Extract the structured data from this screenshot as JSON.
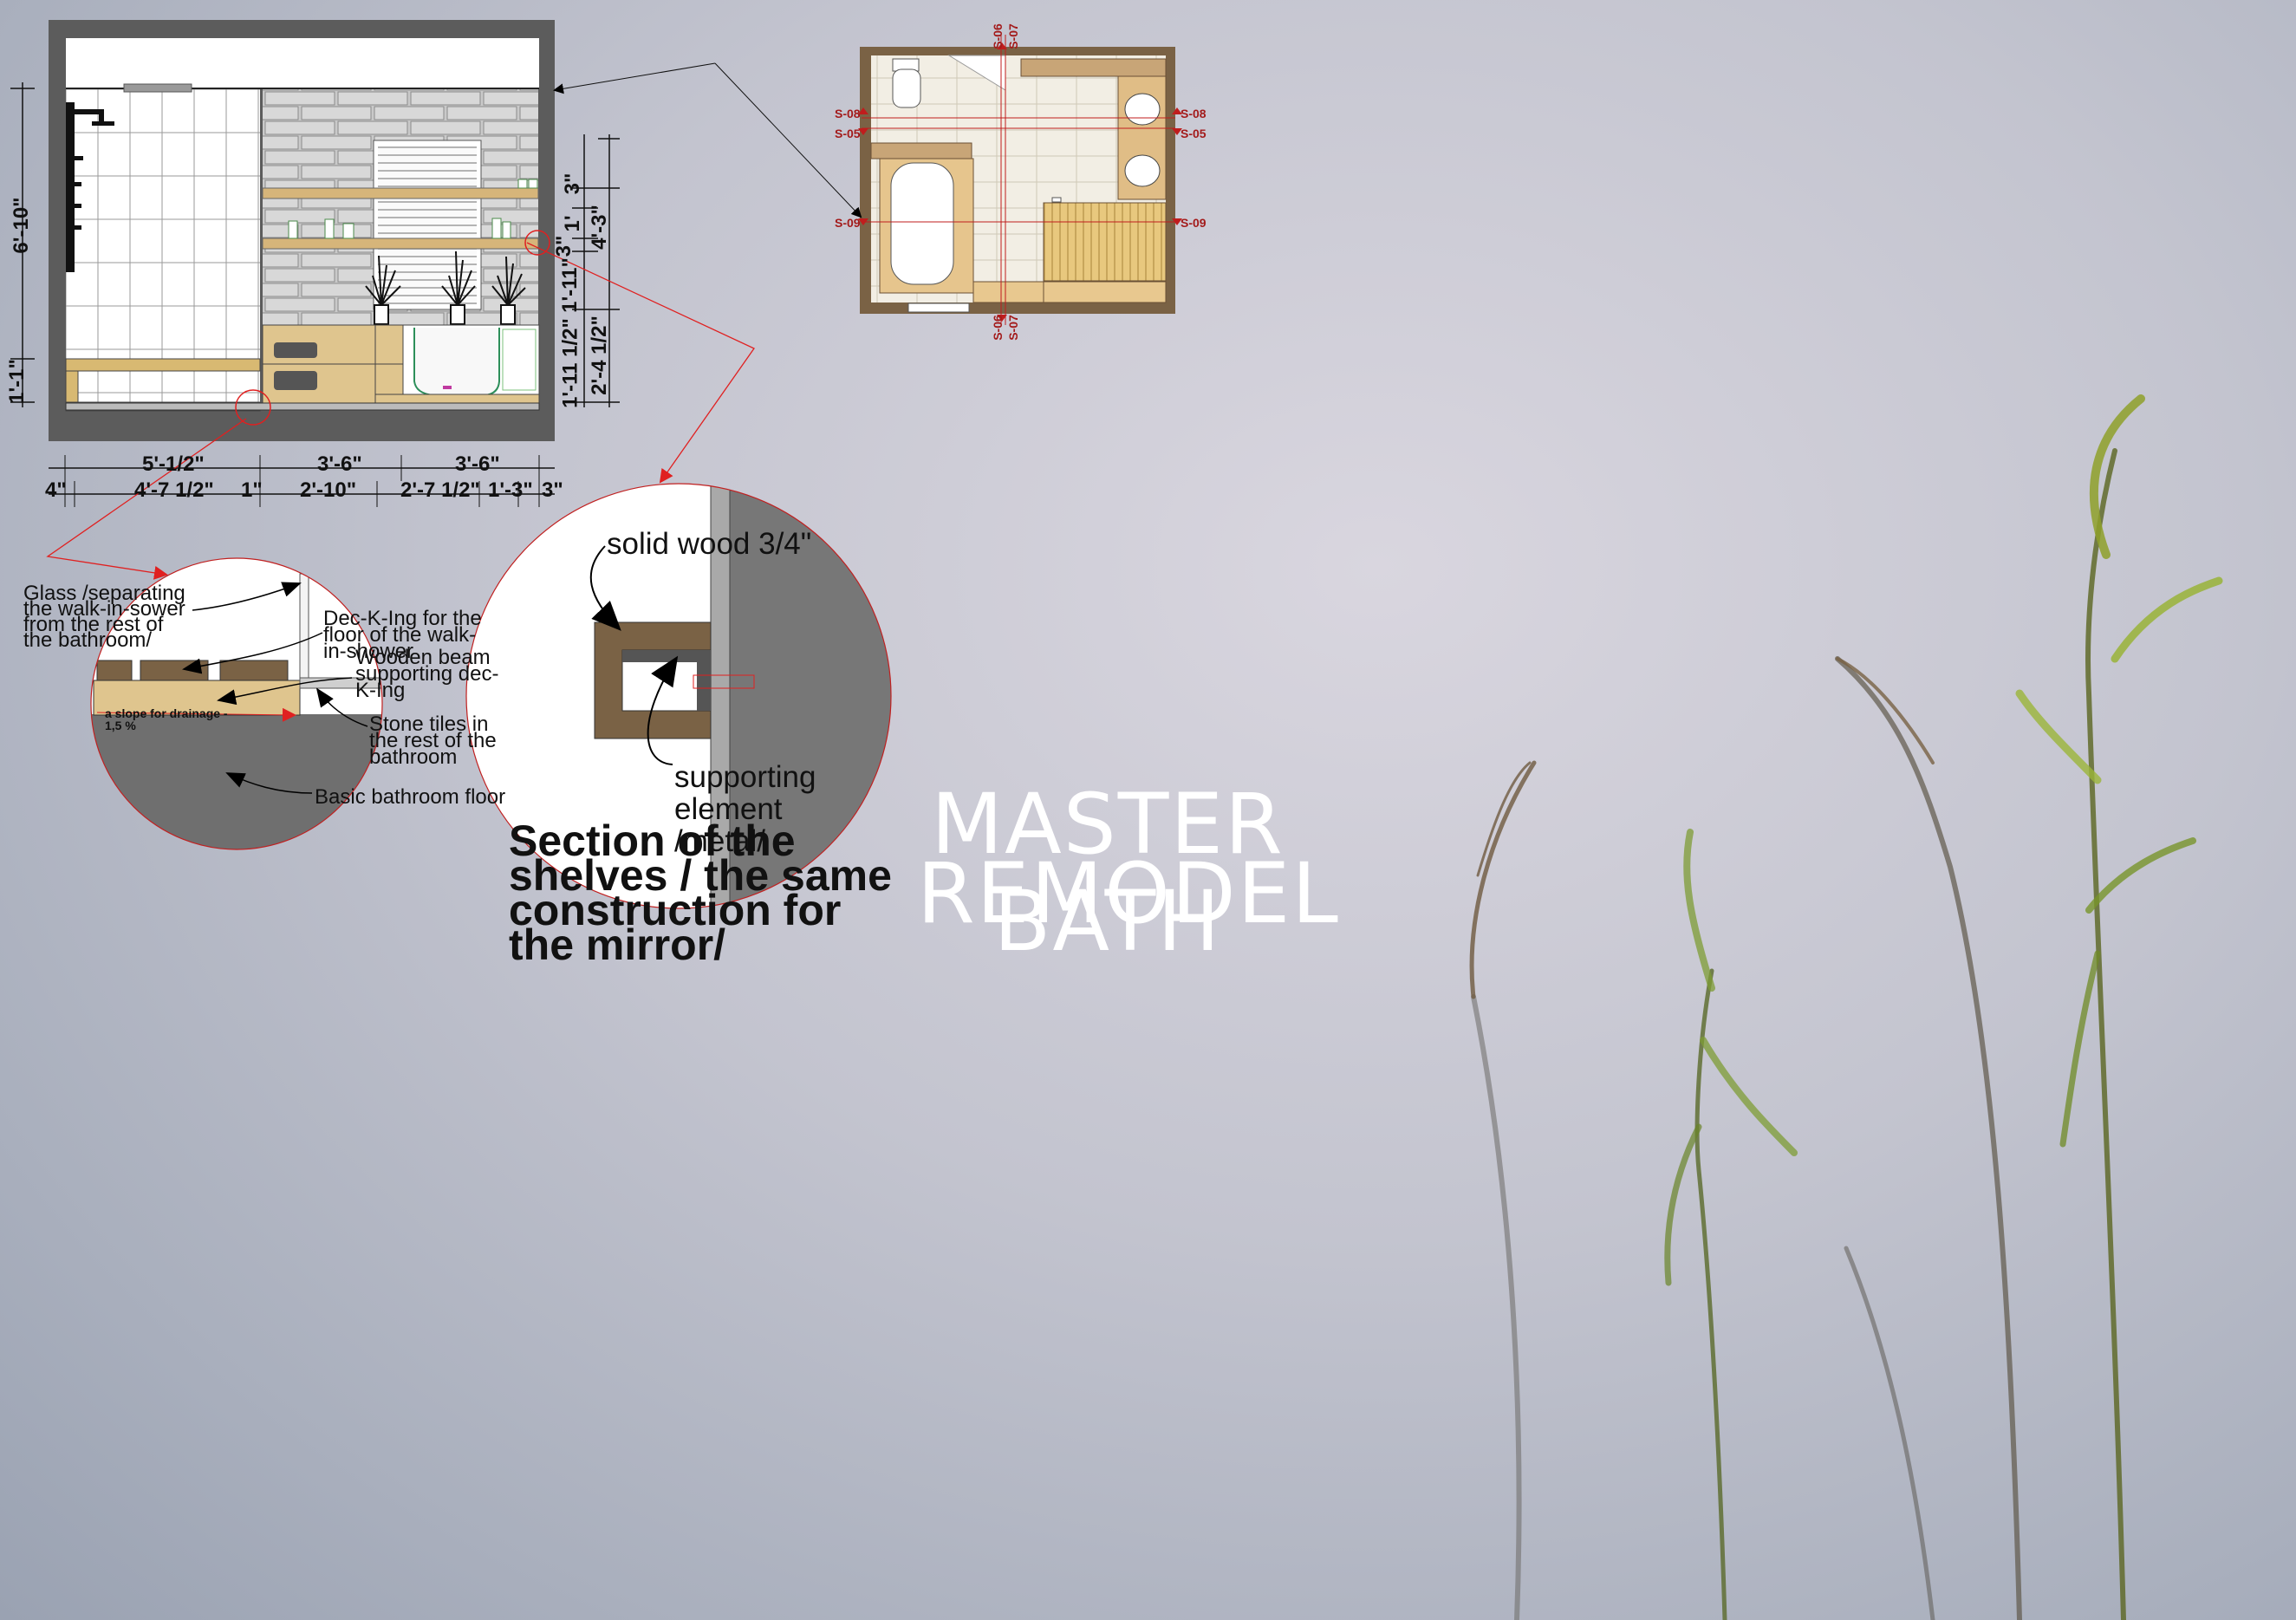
{
  "title": {
    "line1": "MASTER BATH",
    "line2": "REMODEL"
  },
  "elevation": {
    "dims_top": [
      "5'-1/2\"",
      "3'-6\"",
      "3'-6\""
    ],
    "dims_bottom": [
      "4\"",
      "4'-7 1/2\"",
      "1\"",
      "2'-10\"",
      "2'-7 1/2\"",
      "1'-3\"",
      "3\""
    ],
    "dims_left": [
      "6'-10\"",
      "1'-1\""
    ],
    "dims_right_a": [
      "3\"",
      "1'",
      "3\"",
      "1'-11\"",
      "1'-11 1/2\""
    ],
    "dims_right_b": [
      "4'-3\"",
      "2'-4 1/2\""
    ]
  },
  "plan": {
    "section_markers": [
      "S-06",
      "S-07",
      "S-08",
      "S-05",
      "S-09",
      "S-08",
      "S-05",
      "S-09",
      "S-06",
      "S-07"
    ]
  },
  "detail_floor": {
    "note_glass": "Glass /separating the walk-in-sower from the rest of the bathroom/",
    "note_decking": "Dec-K-Ing for the floor of the walk-in-shower",
    "note_beam": "Wooden beam supporting dec-K-Ing",
    "note_slope": "a slope for drainage - 1,5 %",
    "note_tiles": "Stone tiles in the rest of the bathroom",
    "note_floor": "Basic bathroom floor"
  },
  "detail_shelf": {
    "note_wood": "solid wood 3/4\"",
    "note_support": "supporting element /metal/",
    "caption": "Section of the shelves / the same construction for the mirror/"
  },
  "colors": {
    "wall_dark": "#5c5c5c",
    "wood": "#dfc58e",
    "wood_dark": "#7a6245",
    "annotation_red": "#d21f1f",
    "title": "#ffffff"
  }
}
